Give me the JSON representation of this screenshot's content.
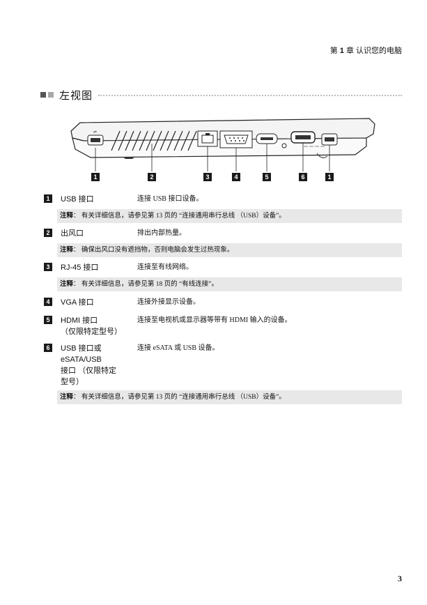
{
  "header": {
    "chapter_prefix": "第",
    "chapter_num": "1",
    "chapter_text": "章 认识您的电脑"
  },
  "section": {
    "title": "左视图"
  },
  "callouts": [
    "1",
    "2",
    "3",
    "4",
    "5",
    "6",
    "1"
  ],
  "items": [
    {
      "num": "1",
      "label": "USB 接口",
      "desc": "连接 USB 接口设备。"
    },
    {
      "num": "2",
      "label": "出风口",
      "desc": "排出内部热量。"
    },
    {
      "num": "3",
      "label": "RJ-45 接口",
      "desc": "连接至有线网络。"
    },
    {
      "num": "4",
      "label": "VGA 接口",
      "desc": "连接外接显示设备。"
    },
    {
      "num": "5",
      "label": "HDMI 接口\n（仅限特定型号）",
      "desc": "连接至电视机或显示器等带有 HDMI 输入的设备。"
    },
    {
      "num": "6",
      "label": "USB 接口或\neSATA/USB\n接口 （仅限特定\n型号）",
      "desc": "连接 eSATA 或 USB 设备。"
    }
  ],
  "notes": [
    {
      "prefix": "注释",
      "text": "：  有关详细信息，请参见第 13 页的 “连接通用串行总线 （USB）设备”。"
    },
    {
      "prefix": "注释",
      "text": "：  确保出风口没有遮挡物，否则电脑会发生过热现象。"
    },
    {
      "prefix": "注释",
      "text": "：  有关详细信息，请参见第 18 页的 “有线连接”。"
    },
    {
      "prefix": "注释",
      "text": "：  有关详细信息，请参见第 13 页的 “连接通用串行总线 （USB）设备”。"
    }
  ],
  "page_number": "3"
}
